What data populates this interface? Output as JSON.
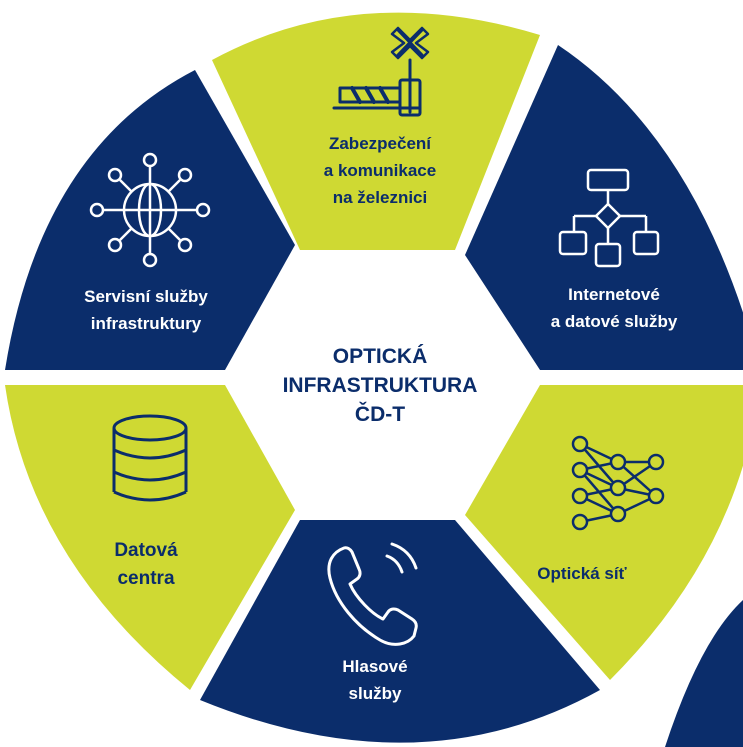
{
  "colors": {
    "navy": "#0b2d6b",
    "lime": "#cfd933",
    "white": "#ffffff",
    "background": "#ffffff"
  },
  "center": {
    "lines": [
      "OPTICKÁ",
      "INFRASTRUKTURA",
      "ČD-T"
    ]
  },
  "segments": [
    {
      "id": "railway",
      "lines": [
        "Zabezpečení",
        "a komunikace",
        "na železnici"
      ],
      "icon": "railway-barrier-icon",
      "fill": "lime"
    },
    {
      "id": "internet",
      "lines": [
        "Internetové",
        "a datové služby"
      ],
      "icon": "flowchart-icon",
      "fill": "navy"
    },
    {
      "id": "optical",
      "lines": [
        "Optická síť"
      ],
      "icon": "neural-network-icon",
      "fill": "lime"
    },
    {
      "id": "voice",
      "lines": [
        "Hlasové",
        "služby"
      ],
      "icon": "phone-icon",
      "fill": "navy"
    },
    {
      "id": "datacenter",
      "lines": [
        "Datová",
        "centra"
      ],
      "icon": "database-icon",
      "fill": "lime"
    },
    {
      "id": "infra",
      "lines": [
        "Servisní služby",
        "infrastruktury"
      ],
      "icon": "globe-network-icon",
      "fill": "navy"
    }
  ]
}
